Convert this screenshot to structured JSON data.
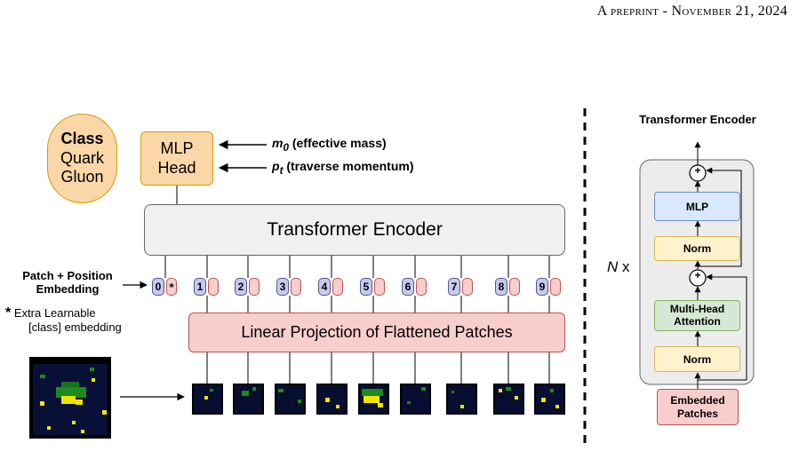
{
  "header": {
    "text": "A preprint - November 21, 2024"
  },
  "output_box": {
    "line1": "Class",
    "line2": "Quark",
    "line3": "Gluon"
  },
  "mlp_head": {
    "line1": "MLP",
    "line2": "Head"
  },
  "inputs": {
    "m0_symbol": "m",
    "m0_sub": "0",
    "m0_text": "(effective mass)",
    "pt_symbol": "p",
    "pt_sub": "t",
    "pt_text": "(traverse momentum)"
  },
  "transformer_encoder_box": "Transformer Encoder",
  "patch_embedding_label": {
    "line1": "Patch + Position",
    "line2": "Embedding"
  },
  "extra_learnable": {
    "star": "*",
    "line1": "Extra Learnable",
    "line2": "[class] embedding"
  },
  "tokens": {
    "positions": [
      "0",
      "1",
      "2",
      "3",
      "4",
      "5",
      "6",
      "7",
      "8",
      "9"
    ],
    "class_marker": "*"
  },
  "linear_projection": "Linear Projection of Flattened Patches",
  "encoder_detail": {
    "title": "Transformer Encoder",
    "repeat_n": "N",
    "repeat_x": "x",
    "mlp": "MLP",
    "norm_top": "Norm",
    "attention_line1": "Multi-Head",
    "attention_line2": "Attention",
    "norm_bottom": "Norm",
    "embedded_line1": "Embedded",
    "embedded_line2": "Patches",
    "plus": "+"
  },
  "colors": {
    "output_fill": "#fbd7a8",
    "output_border": "#d79b00",
    "mlp_fill": "#fbd7a8",
    "mlp_border": "#d79b00",
    "encoder_fill": "#f0f0f0",
    "encoder_border": "#666666",
    "projection_fill": "#f8cecc",
    "projection_border": "#b85450",
    "token_purple": "#c9c9ee",
    "token_purple_border": "#56568a",
    "token_pink": "#f8cecc",
    "token_pink_border": "#b85450",
    "detail_mlp_fill": "#dae8fc",
    "detail_mlp_border": "#6c8ebf",
    "detail_norm_fill": "#fff2cc",
    "detail_norm_border": "#d6b656",
    "detail_attn_fill": "#d5e8d4",
    "detail_attn_border": "#82b366",
    "detail_embed_fill": "#f8cecc",
    "detail_embed_border": "#b85450",
    "detail_panel_fill": "#ececec",
    "detail_panel_border": "#666666"
  }
}
